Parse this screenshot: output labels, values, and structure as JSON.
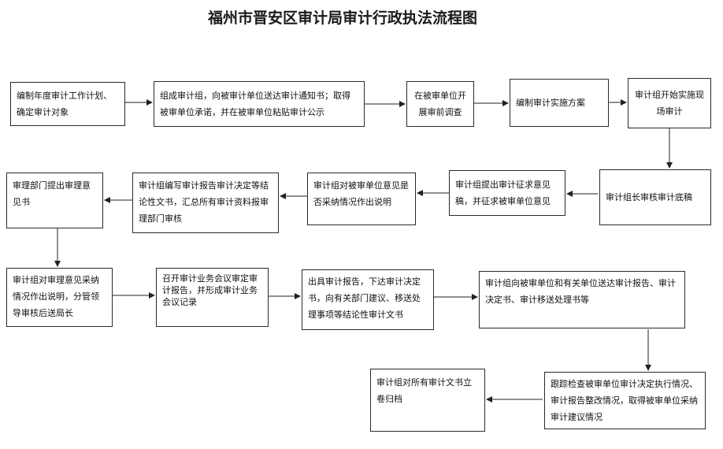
{
  "title": "福州市晋安区审计局审计行政执法流程图",
  "steps": [
    "编制年度审计工作计划、确定审计对象",
    "组成审计组，向被审计单位送达审计通知书；取得被审单位承诺，并在被审单位粘贴审计公示",
    "在被审单位开展审前调查",
    "编制审计实施方案",
    "审计组开始实施现场审计",
    "审计组长审核审计底稿",
    "审计组提出审计征求意见稿，并征求被审单位意见",
    "审计组对被审单位意见是否采纳情况作出说明",
    "审计组编写审计报告审计决定等结论性文书，汇总所有审计资料报审理部门审核",
    "审理部门提出审理意见书",
    "审计组对审理意见采纳情况作出说明，分管领导审核后送局长",
    "召开审计业务会议审定审计报告，并形成审计业务会议记录",
    "出具审计报告，下达审计决定书，向有关部门建议、移送处理事项等结论性审计文书",
    "审计组向被审单位和有关单位送达审计报告、审计决定书、审计移送处理书等",
    "跟踪检查被审单位审计决定执行情况、审计报告整改情况，取得被审单位采纳审计建议情况",
    "审计组对所有审计文书立卷归档"
  ]
}
